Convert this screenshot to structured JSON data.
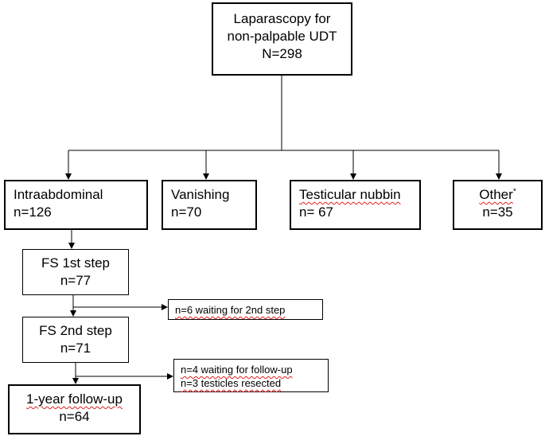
{
  "root": {
    "line1": "Laparascopy for",
    "line2": "non-palpable UDT",
    "line3": "N=298"
  },
  "categories": {
    "intraabdominal": {
      "label": "Intraabdominal",
      "count": "n=126"
    },
    "vanishing": {
      "label": "Vanishing",
      "count": "n=70"
    },
    "nubbin": {
      "label": "Testicular nubbin",
      "count": "n= 67"
    },
    "other": {
      "label": "Other",
      "marker": "*",
      "count": "n=35"
    }
  },
  "fs1": {
    "label": "FS 1st step",
    "count": "n=77"
  },
  "fs2": {
    "label": "FS 2nd step",
    "count": "n=71"
  },
  "follow_up": {
    "label": "1-year follow-up",
    "count": "n=64"
  },
  "notes": {
    "after_fs1": "n=6 waiting for 2nd step",
    "after_fs2_line1": "n=4 waiting for follow-up",
    "after_fs2_line2": "n=3 testicles resected"
  },
  "colors": {
    "line": "#000000",
    "spellcheck_underline": "#e02020"
  }
}
